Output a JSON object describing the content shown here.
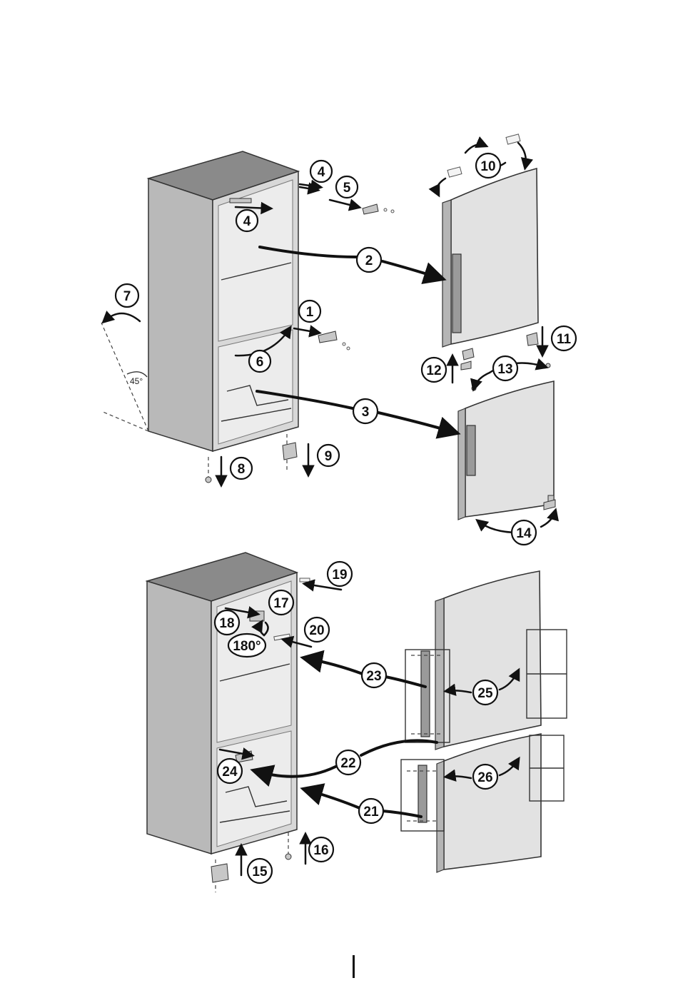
{
  "diagram": {
    "steps": [
      "1",
      "2",
      "3",
      "4",
      "5",
      "6",
      "7",
      "8",
      "9",
      "10",
      "11",
      "12",
      "13",
      "14",
      "15",
      "16",
      "17",
      "18",
      "19",
      "20",
      "21",
      "22",
      "23",
      "24",
      "25",
      "26"
    ],
    "step_4_repeat": "4",
    "angle_label": "45°",
    "rotate_label": "180°"
  }
}
